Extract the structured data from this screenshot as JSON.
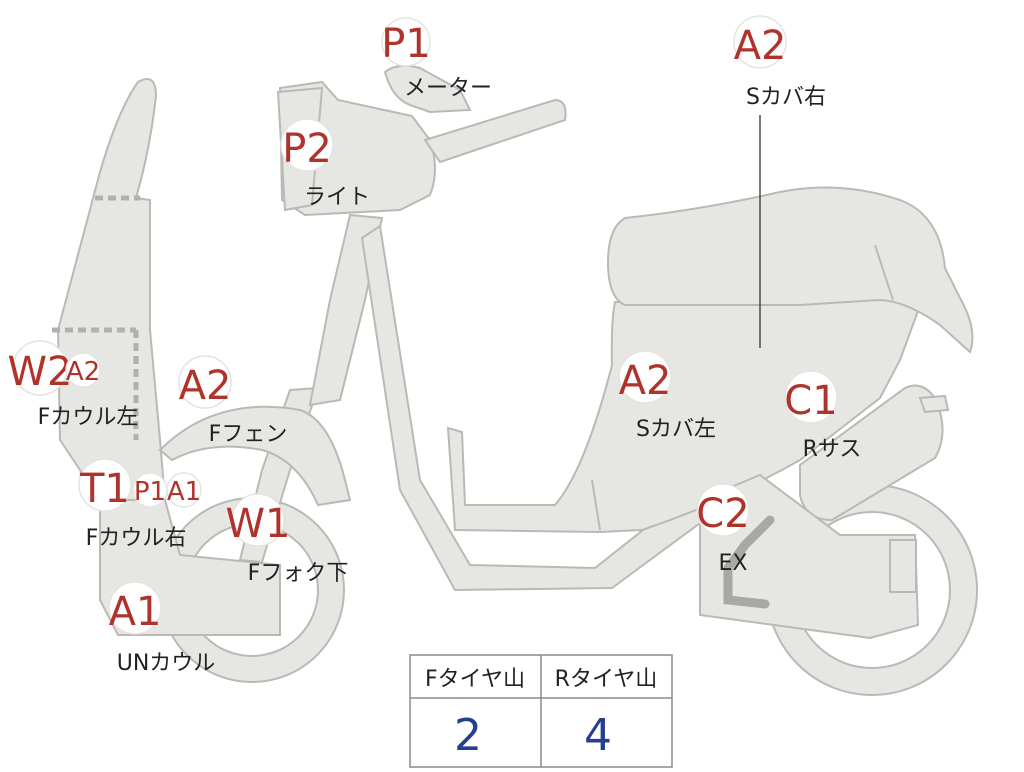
{
  "colors": {
    "part_fill": "#e6e6e3",
    "part_outline": "#b9b9b6",
    "code_red": "#b0332b",
    "value_blue": "#243f8f",
    "table_border": "#8a8a8a"
  },
  "badges": {
    "meter_code": "P1",
    "meter_label": "メーター",
    "light_code": "P2",
    "light_label": "ライト",
    "scover_right_code": "A2",
    "scover_right_label": "Sカバ右",
    "scover_left_code": "A2",
    "scover_left_label": "Sカバ左",
    "fcowl_left_code": "W2",
    "fcowl_left_code2": "A2",
    "fcowl_left_label": "Fカウル左",
    "ffender_code": "A2",
    "ffender_label": "Fフェン",
    "fcowl_right_code": "T1",
    "fcowl_right_code2": "P1",
    "fcowl_right_code3": "A1",
    "fcowl_right_label": "Fカウル右",
    "ffork_code": "W1",
    "ffork_label": "Fフォク下",
    "uncowl_code": "A1",
    "uncowl_label": "UNカウル",
    "rsus_code": "C1",
    "rsus_label": "Rサス",
    "exhaust_code": "C2",
    "exhaust_label": "EX"
  },
  "tire_table": {
    "front_header": "Fタイヤ山",
    "rear_header": "Rタイヤ山",
    "front_value": "2",
    "rear_value": "4"
  }
}
